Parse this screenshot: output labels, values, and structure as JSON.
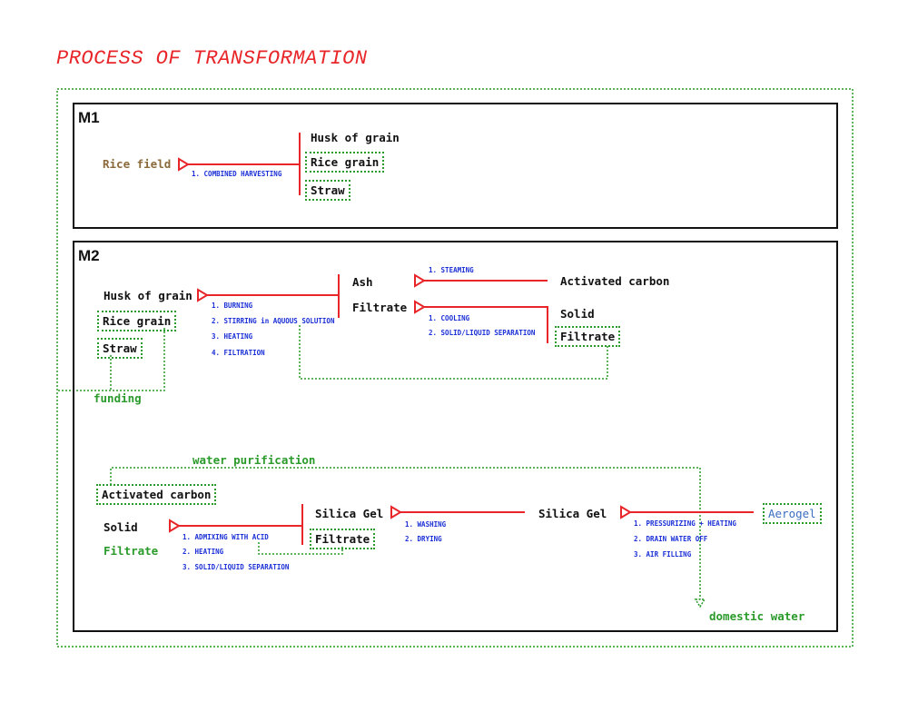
{
  "title": "PROCESS OF TRANSFORMATION",
  "m1": {
    "heading": "M1",
    "source": "Rice field",
    "step1": "1. COMBINED HARVESTING",
    "out1": "Husk of grain",
    "out2": "Rice grain",
    "out3": "Straw"
  },
  "m2": {
    "heading": "M2",
    "in_husk": "Husk of grain",
    "in_rice": "Rice grain",
    "in_straw": "Straw",
    "funding": "funding",
    "steps_a": [
      "1. BURNING",
      "2. STIRRING in AQUOUS SOLUTION",
      "3. HEATING",
      "4. FILTRATION"
    ],
    "ash": "Ash",
    "filtrate": "Filtrate",
    "step_steam": "1. STEAMING",
    "activated_carbon": "Activated carbon",
    "steps_b": [
      "1. COOLING",
      "2. SOLID/LIQUID SEPARATION"
    ],
    "solid": "Solid",
    "filtrate_out": "Filtrate",
    "water_purification": "water purification",
    "ac_box": "Activated carbon",
    "solid2": "Solid",
    "filtrate2": "Filtrate",
    "steps_c": [
      "1. ADMIXING WITH ACID",
      "2. HEATING",
      "3. SOLID/LIQUID SEPARATION"
    ],
    "silica_gel": "Silica Gel",
    "filtrate3": "Filtrate",
    "steps_d": [
      "1. WASHING",
      "2. DRYING"
    ],
    "silica_gel2": "Silica Gel",
    "steps_e": [
      "1. PRESSURIZING + HEATING",
      "2. DRAIN WATER OFF",
      "3. AIR FILLING"
    ],
    "aerogel": "Aerogel",
    "domestic_water": "domestic water"
  },
  "colors": {
    "title": "#e8262a",
    "flow": "#e8262a",
    "step": "#1a2fd6",
    "dotted": "#2a9a2a"
  }
}
